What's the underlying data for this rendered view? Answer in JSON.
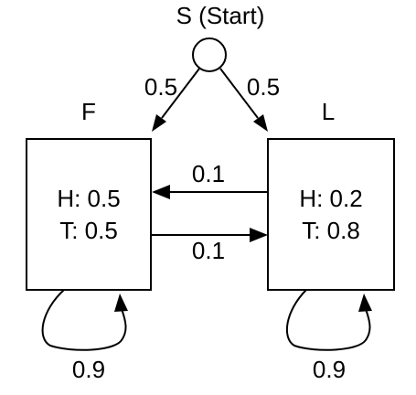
{
  "start": {
    "label": "S (Start)"
  },
  "states": {
    "fair": {
      "name": "F",
      "emission_heads": "H: 0.5",
      "emission_tails": "T: 0.5"
    },
    "loaded": {
      "name": "L",
      "emission_heads": "H: 0.2",
      "emission_tails": "T: 0.8"
    }
  },
  "transitions": {
    "start_to_fair": "0.5",
    "start_to_loaded": "0.5",
    "loaded_to_fair": "0.1",
    "fair_to_loaded": "0.1",
    "fair_self_loop": "0.9",
    "loaded_self_loop": "0.9"
  },
  "colors": {
    "stroke": "#000000",
    "background": "#ffffff"
  }
}
